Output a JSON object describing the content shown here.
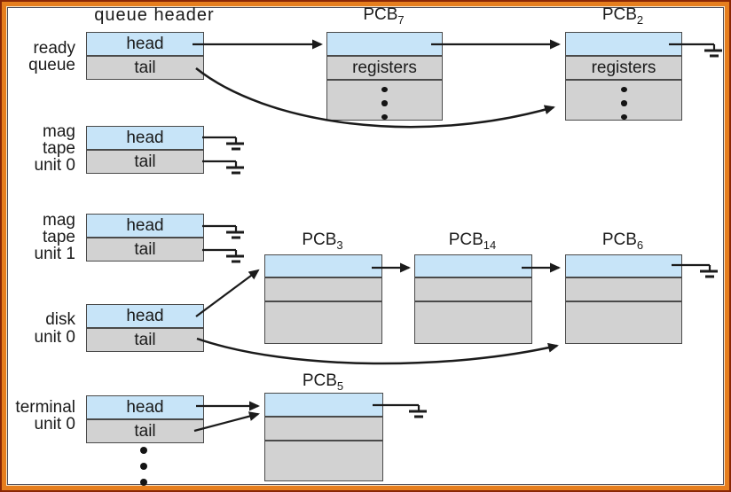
{
  "figure": {
    "header_label": "queue header"
  },
  "colors": {
    "header_row_fill": "#c7e4f8",
    "body_row_fill": "#d2d2d2",
    "frame_orange": "#e67e1e",
    "frame_maroon": "#8a2705",
    "line_color": "#1b1b1b"
  },
  "queues": [
    {
      "id": "ready-queue",
      "label_lines": [
        "ready",
        "queue"
      ],
      "head": "head",
      "tail": "tail"
    },
    {
      "id": "mag-tape-unit-0",
      "label_lines": [
        "mag",
        "tape",
        "unit 0"
      ],
      "head": "head",
      "tail": "tail"
    },
    {
      "id": "mag-tape-unit-1",
      "label_lines": [
        "mag",
        "tape",
        "unit 1"
      ],
      "head": "head",
      "tail": "tail"
    },
    {
      "id": "disk-unit-0",
      "label_lines": [
        "disk",
        "unit 0"
      ],
      "head": "head",
      "tail": "tail"
    },
    {
      "id": "terminal-unit-0",
      "label_lines": [
        "terminal",
        "unit 0"
      ],
      "head": "head",
      "tail": "tail"
    }
  ],
  "pcbs": [
    {
      "id": "pcb7",
      "base": "PCB",
      "sub": "7",
      "registers_label": "registers"
    },
    {
      "id": "pcb2",
      "base": "PCB",
      "sub": "2",
      "registers_label": "registers"
    },
    {
      "id": "pcb3",
      "base": "PCB",
      "sub": "3"
    },
    {
      "id": "pcb14",
      "base": "PCB",
      "sub": "14"
    },
    {
      "id": "pcb6",
      "base": "PCB",
      "sub": "6"
    },
    {
      "id": "pcb5",
      "base": "PCB",
      "sub": "5"
    }
  ]
}
